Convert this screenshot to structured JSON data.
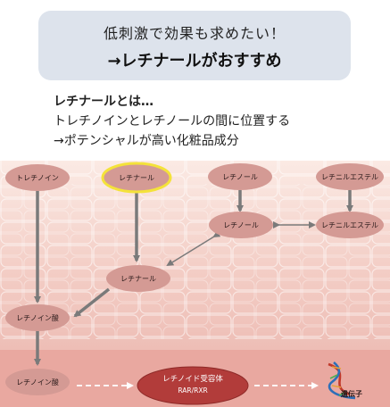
{
  "banner": {
    "line1": "低刺激で効果も求めたい！",
    "line2": "→レチナールがおすすめ"
  },
  "intro": {
    "heading": "レチナールとは…",
    "line1": "トレチノインとレチノールの間に位置する",
    "line2": "→ポテンシャルが高い化粧品成分"
  },
  "nodes": {
    "tretinoin": "トレチノイン",
    "retinal_top": "レチナール",
    "retinol_top": "レチノール",
    "retinyl_ester_top": "レチニルエステル",
    "retinol_mid": "レチノール",
    "retinyl_ester_mid": "レチニルエステル",
    "retinal_mid": "レチナール",
    "retinoic_acid_1": "レチノイン酸",
    "retinoic_acid_2": "レチノイン酸",
    "receptor": "レチノイド受容体",
    "receptor_sub": "RAR/RXR",
    "gene": "遺伝子"
  },
  "colors": {
    "banner_bg": "#dde3ec",
    "node_fill": "#d49a94",
    "node_highlight_stroke": "#f4e23a",
    "receptor_fill": "#b23c3a",
    "skin_top": "#f8e0d8",
    "skin_mid": "#f0c3bb",
    "skin_bottom": "#e9aaa3"
  }
}
